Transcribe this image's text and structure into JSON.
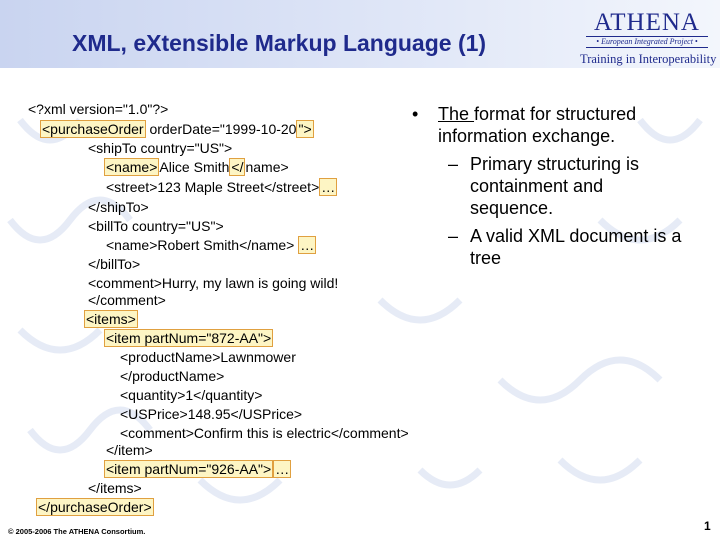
{
  "header": {
    "title": "XML, eXtensible Markup Language (1)",
    "logo_name": "ATHENA",
    "logo_subtitle": "• European Integrated Project •",
    "logo_tagline": "Training in Interoperability"
  },
  "code": {
    "l1": "<?xml version=\"1.0\"?>",
    "l2a": "<purchaseOrder",
    "l2b": " orderDate=\"1999-10-20",
    "l2c": "\">",
    "l3": "<shipTo country=\"US\">",
    "l4a": "<name>",
    "l4b": "Alice Smith",
    "l4c": "</",
    "l4d": "name>",
    "l5a": "<street>123 Maple Street</street>",
    "l5b": "…",
    "l6": "</shipTo>",
    "l7": "<billTo country=\"US\">",
    "l8a": "<name>Robert Smith</name> ",
    "l8b": "…",
    "l9": "</billTo>",
    "l10": "<comment>Hurry, my lawn is going wild!",
    "l11": "</comment>",
    "l12": "<items>",
    "l13": "<item partNum=\"872-AA\">",
    "l14": "<productName>Lawnmower",
    "l15": "</productName>",
    "l16": "<quantity>1</quantity>",
    "l17": "<USPrice>148.95</USPrice>",
    "l18": "<comment>Confirm this is electric</comment>",
    "l19": "</item>",
    "l20a": "<item partNum=\"926-AA\">",
    "l20b": "…",
    "l21": "</items>",
    "l22": "</purchaseOrder>"
  },
  "bullets": {
    "b1_underlined": "The ",
    "b1_rest": "format for structured information exchange.",
    "b1_marker": "•",
    "sub_marker": "–",
    "s1": "Primary structuring is containment and sequence.",
    "s2": "A valid XML document is a tree"
  },
  "footer": {
    "copyright": "© 2005-2006 The ATHENA Consortium.",
    "page_number": "1"
  },
  "colors": {
    "title": "#1f2a8c",
    "highlight_fill": "#fdf5c4",
    "highlight_border": "#e0a040",
    "header_gradient_start": "#c9d4f0"
  }
}
